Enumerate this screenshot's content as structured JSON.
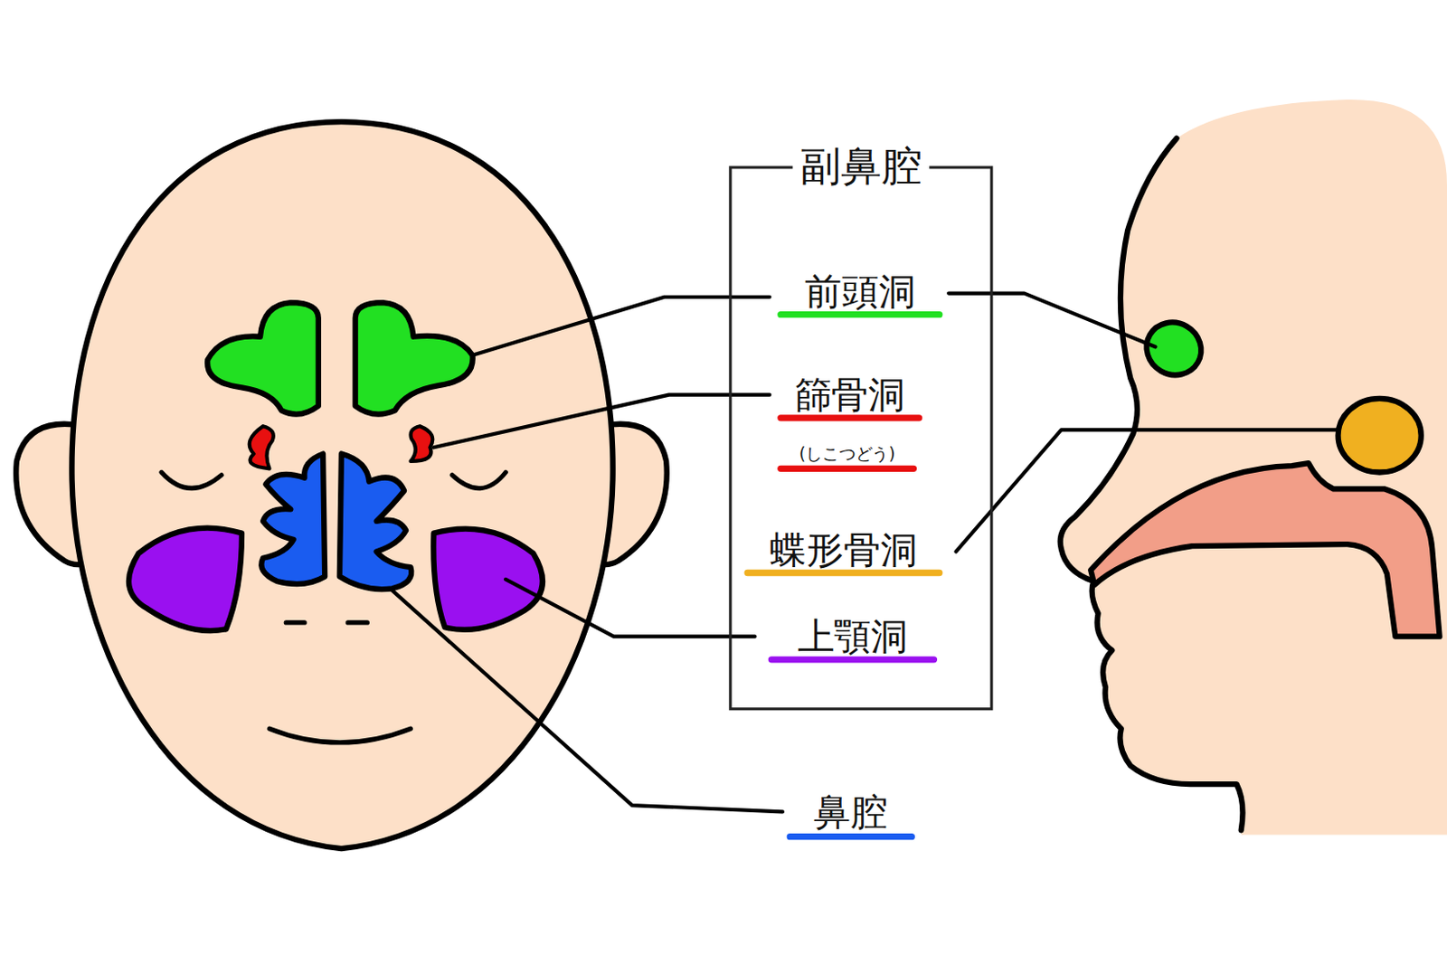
{
  "diagram": {
    "nodes": [
      {
        "text": [
          "副鼻腔"
        ]
      }
    ],
    "labels": [
      "前頭洞",
      "篩骨洞",
      "(しこつどう)",
      "蝶形骨洞",
      "上顎洞",
      "鼻腔"
    ]
  }
}
